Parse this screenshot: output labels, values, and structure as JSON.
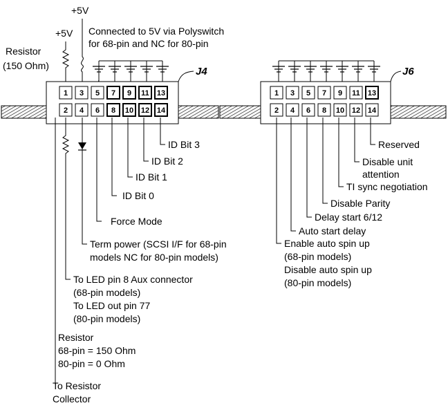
{
  "power": {
    "plus5v_top": "+5V",
    "plus5v_left": "+5V"
  },
  "resistor_label": {
    "line1": "Resistor",
    "line2": "(150 Ohm)"
  },
  "polyswitch_note": {
    "line1": "Connected to 5V via Polyswitch",
    "line2": "for 68-pin and NC for 80-pin"
  },
  "j4": {
    "name": "J4",
    "top_pins": [
      "1",
      "3",
      "5",
      "7",
      "9",
      "11",
      "13"
    ],
    "bottom_pins": [
      "2",
      "4",
      "6",
      "8",
      "10",
      "12",
      "14"
    ],
    "labels": {
      "id_bit3": "ID Bit 3",
      "id_bit2": "ID Bit 2",
      "id_bit1": "ID Bit 1",
      "id_bit0": "ID Bit 0",
      "force_mode": "Force Mode",
      "term_power_1": "Term power (SCSI I/F for 68-pin",
      "term_power_2": "models NC for 80-pin models)",
      "led_1": "To LED pin 8 Aux connector",
      "led_2": "(68-pin models)",
      "led_3": "To LED out pin 77",
      "led_4": "(80-pin models)",
      "resistor_1": "Resistor",
      "resistor_2": "68-pin = 150 Ohm",
      "resistor_3": "80-pin = 0 Ohm",
      "collector_1": "To Resistor",
      "collector_2": "Collector"
    }
  },
  "j6": {
    "name": "J6",
    "top_pins": [
      "1",
      "3",
      "5",
      "7",
      "9",
      "11",
      "13"
    ],
    "bottom_pins": [
      "2",
      "4",
      "6",
      "8",
      "10",
      "12",
      "14"
    ],
    "labels": {
      "reserved": "Reserved",
      "disable_unit_1": "Disable unit",
      "disable_unit_2": "attention",
      "ti_sync": "TI sync negotiation",
      "disable_parity": "Disable Parity",
      "delay_start": "Delay start 6/12",
      "auto_start": "Auto start delay",
      "spin_1": "Enable auto spin up",
      "spin_2": "(68-pin models)",
      "spin_3": "Disable auto spin up",
      "spin_4": "(80-pin models)"
    }
  }
}
